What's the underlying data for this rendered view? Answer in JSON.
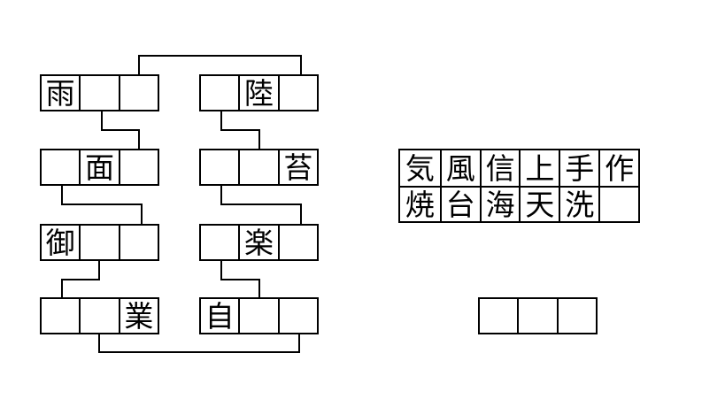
{
  "puzzle": {
    "chain": {
      "left": [
        {
          "cells": [
            "雨",
            "",
            ""
          ]
        },
        {
          "cells": [
            "",
            "面",
            ""
          ]
        },
        {
          "cells": [
            "御",
            "",
            ""
          ]
        },
        {
          "cells": [
            "",
            "",
            "業"
          ]
        }
      ],
      "right": [
        {
          "cells": [
            "",
            "陸",
            ""
          ]
        },
        {
          "cells": [
            "",
            "",
            "苔"
          ]
        },
        {
          "cells": [
            "",
            "楽",
            ""
          ]
        },
        {
          "cells": [
            "自",
            "",
            ""
          ]
        }
      ]
    },
    "bank": {
      "rows": [
        [
          "気",
          "風",
          "信",
          "上",
          "手",
          "作"
        ],
        [
          "焼",
          "台",
          "海",
          "天",
          "洗",
          ""
        ]
      ]
    },
    "answer": {
      "cells": [
        "",
        "",
        ""
      ]
    }
  },
  "colors": {
    "line": "#000000",
    "background": "#ffffff"
  }
}
